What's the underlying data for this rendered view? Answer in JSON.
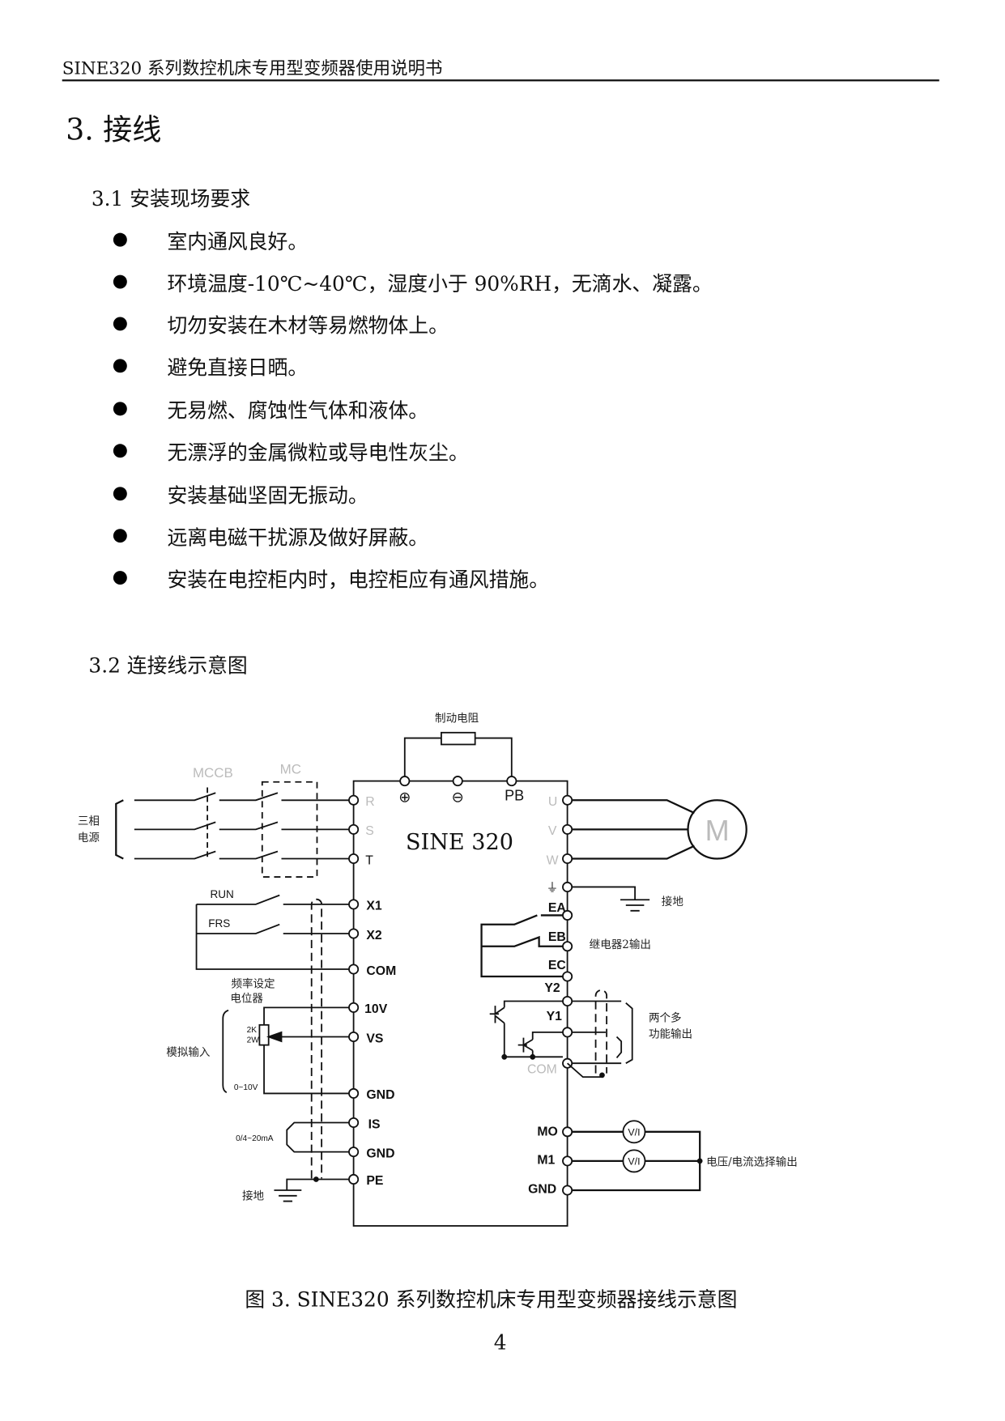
{
  "header": {
    "title": "SINE320 系列数控机床专用型变频器使用说明书"
  },
  "section": {
    "title": "3.  接线"
  },
  "sub1": {
    "title": "3.1   安装现场要求",
    "items": [
      "室内通风良好。",
      "环境温度-10℃~40℃，湿度小于 90%RH，无滴水、凝露。",
      "切勿安装在木材等易燃物体上。",
      "避免直接日晒。",
      "无易燃、腐蚀性气体和液体。",
      "无漂浮的金属微粒或导电性灰尘。",
      "安装基础坚固无振动。",
      "远离电磁干扰源及做好屏蔽。",
      "安装在电控柜内时，电控柜应有通风措施。"
    ]
  },
  "sub2": {
    "title": "3.2   连接线示意图"
  },
  "diagram": {
    "brake_resistor": "制动电阻",
    "mccb": "MCCB",
    "mc": "MC",
    "power_1": "三相",
    "power_2": "电源",
    "model": "SINE 320",
    "plus": "⊕",
    "minus": "⊖",
    "pb": "PB",
    "r": "R",
    "s": "S",
    "t": "T",
    "u": "U",
    "v": "V",
    "w": "W",
    "motor": "M",
    "earth_sym": "⏚",
    "ground_right": "接地",
    "ground_left": "接地",
    "run": "RUN",
    "frs": "FRS",
    "x1": "X1",
    "x2": "X2",
    "com": "COM",
    "pot_1": "频率设定",
    "pot_2": "电位器",
    "v10": "10V",
    "vs": "VS",
    "gnd": "GND",
    "is": "IS",
    "pe": "PE",
    "pot_r": "2K",
    "pot_w": "2W",
    "range_v": "0~10V",
    "range_i": "0/4~20mA",
    "analog_in": "模拟输入",
    "ea": "EA",
    "eb": "EB",
    "ec": "EC",
    "relay_out": "继电器2输出",
    "y2": "Y2",
    "y1": "Y1",
    "com_out": "COM",
    "multi_1": "两个多",
    "multi_2": "功能输出",
    "mo": "MO",
    "m1": "M1",
    "gnd_out": "GND",
    "vi": "V/I",
    "vi_out": "电压/电流选择输出"
  },
  "caption": "图 3.  SINE320 系列数控机床专用型变频器接线示意图",
  "page_number": "4"
}
